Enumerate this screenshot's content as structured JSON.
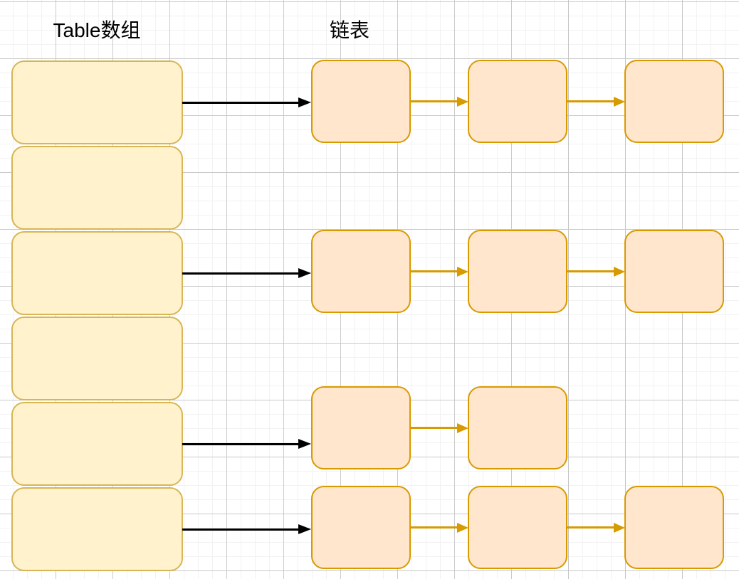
{
  "canvas": {
    "background": "#FFFFFF",
    "grid_minor_color": "#F2F2F2",
    "grid_major_color": "#C9C9C9"
  },
  "headers": {
    "table_array": "Table数组",
    "linked_list": "链表"
  },
  "colors": {
    "bucket_fill": "#FFF2CC",
    "bucket_stroke": "#D6B656",
    "node_fill": "#FFE6CC",
    "node_stroke": "#D79B00",
    "pointer_arrow": "#000000",
    "link_arrow": "#D79B00"
  },
  "structure": {
    "bucket_count": 6,
    "buckets": [
      {
        "index": 0,
        "has_chain": true,
        "chain_length": 3
      },
      {
        "index": 1,
        "has_chain": false,
        "chain_length": 0
      },
      {
        "index": 2,
        "has_chain": true,
        "chain_length": 3
      },
      {
        "index": 3,
        "has_chain": false,
        "chain_length": 0
      },
      {
        "index": 4,
        "has_chain": true,
        "chain_length": 2
      },
      {
        "index": 5,
        "has_chain": true,
        "chain_length": 3
      }
    ]
  }
}
